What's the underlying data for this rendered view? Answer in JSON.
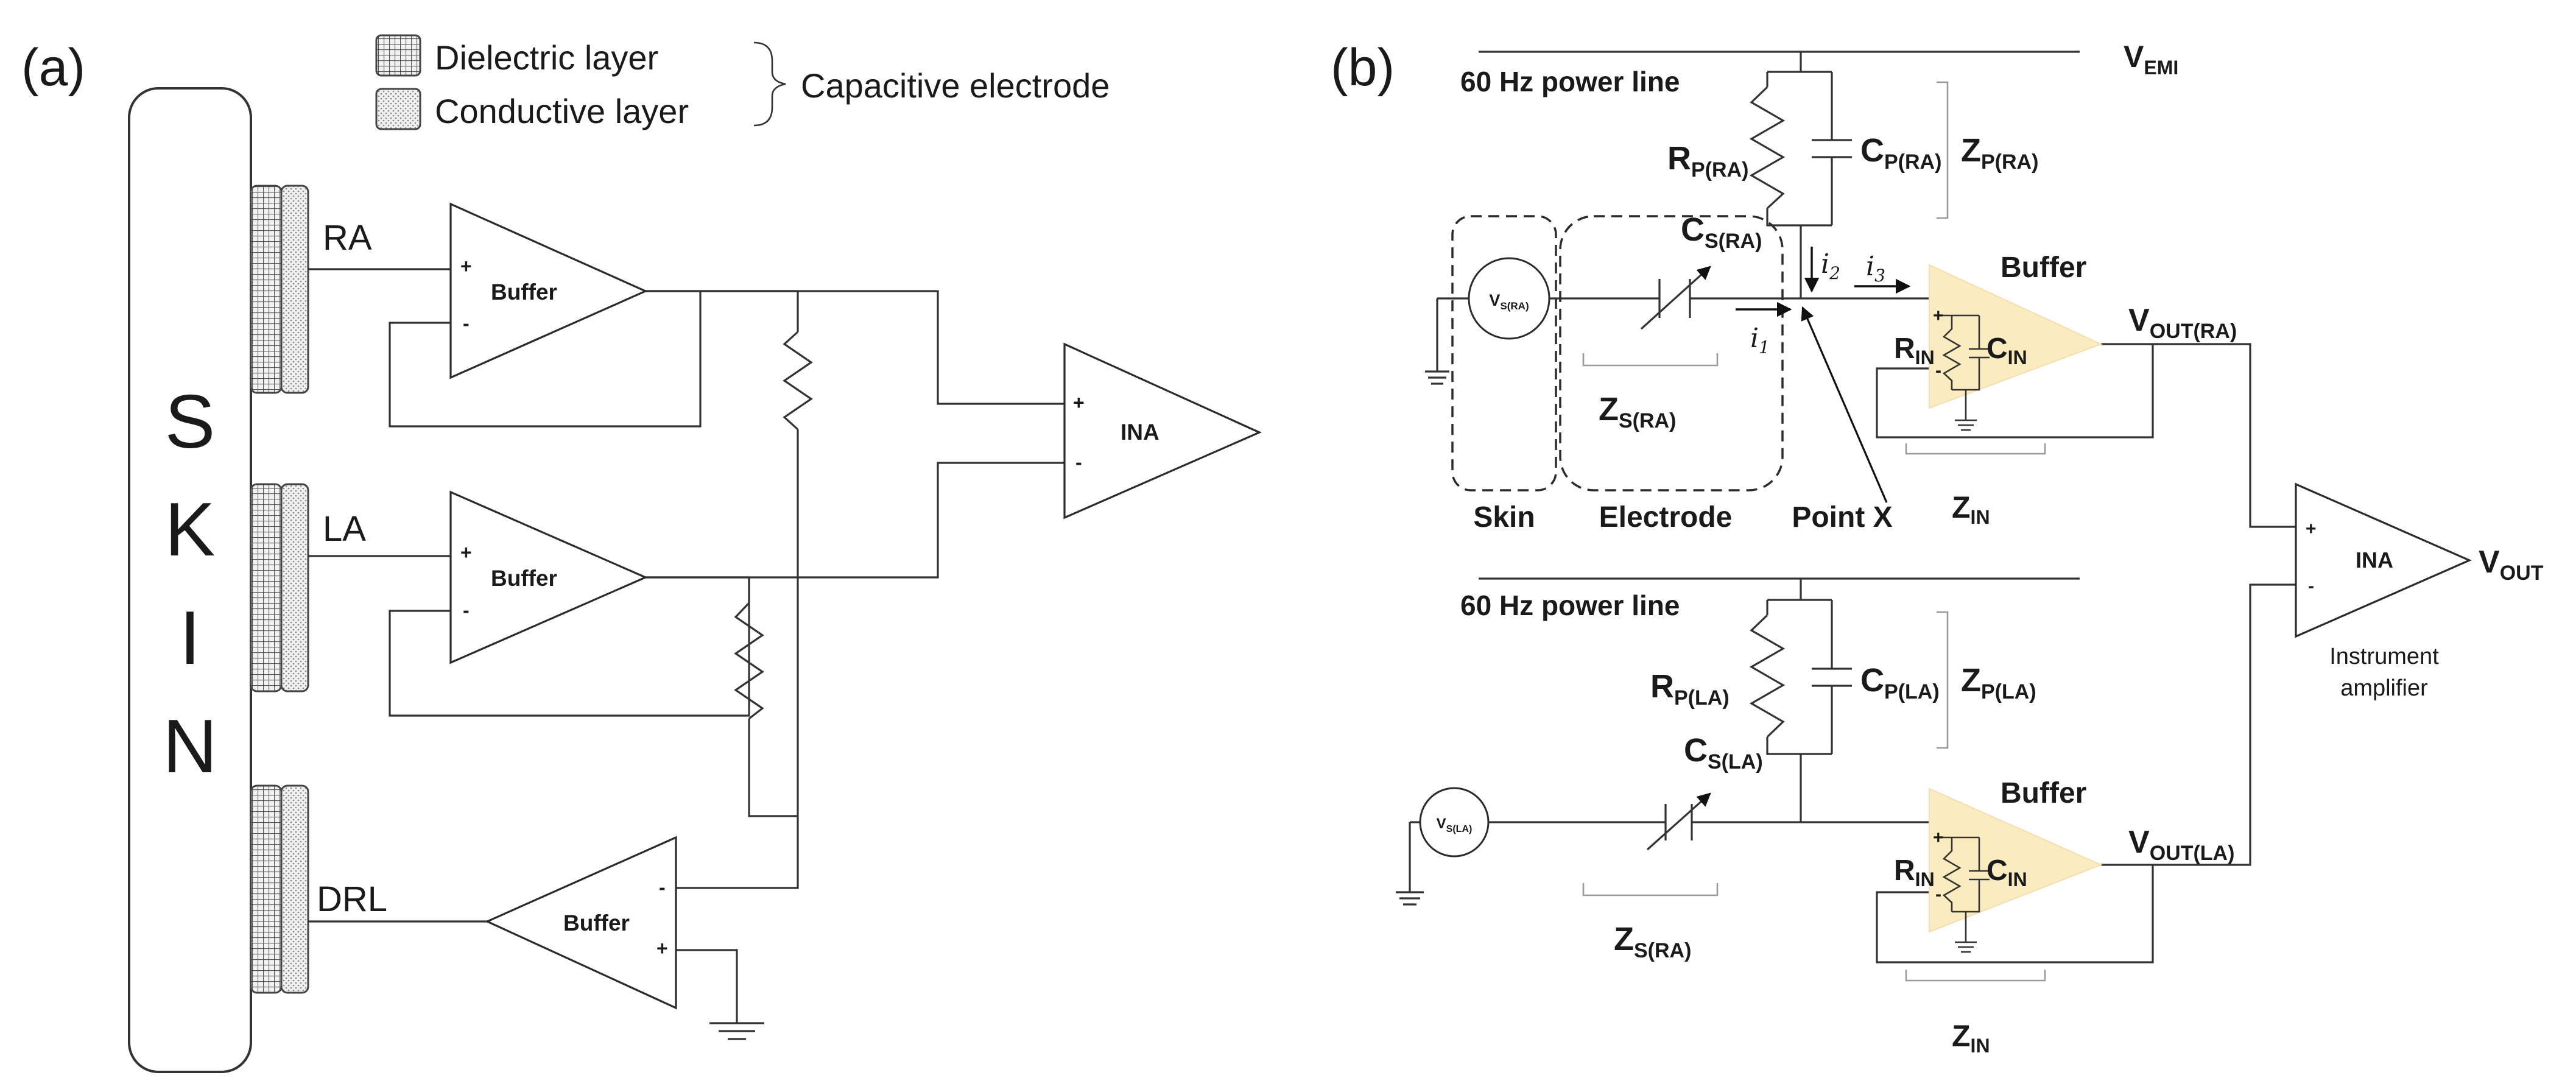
{
  "panel_a": {
    "label": "(a)",
    "legend": {
      "dielectric": "Dielectric layer",
      "conductive": "Conductive layer",
      "group": "Capacitive electrode"
    },
    "skin_letters": [
      "S",
      "K",
      "I",
      "N"
    ],
    "electrodes": {
      "ra": "RA",
      "la": "LA",
      "drl": "DRL"
    },
    "buffer_label": "Buffer",
    "ina_label": "INA",
    "plus": "+",
    "minus": "-"
  },
  "panel_b": {
    "label": "(b)",
    "power_line": "60 Hz power line",
    "vemi": {
      "main": "V",
      "sub": "EMI"
    },
    "r": "R",
    "c": "C",
    "z": "Z",
    "sub_p_ra": "P(RA)",
    "sub_p_la": "P(LA)",
    "sub_s_ra": "S(RA)",
    "sub_s_la": "S(LA)",
    "sub_in": "IN",
    "vout": {
      "main": "V",
      "ra": "OUT(RA)",
      "la": "OUT(LA)",
      "final": "OUT"
    },
    "vs": {
      "main": "V",
      "ra": "S(RA)",
      "la": "S(LA)"
    },
    "currents": {
      "i": "i",
      "s1": "1",
      "s2": "2",
      "s3": "3"
    },
    "buffer_label": "Buffer",
    "ina_label": "INA",
    "instrument_line1": "Instrument",
    "instrument_line2": "amplifier",
    "skin_label": "Skin",
    "electrode_label": "Electrode",
    "pointx_label": "Point X",
    "plus": "+",
    "minus": "-"
  }
}
